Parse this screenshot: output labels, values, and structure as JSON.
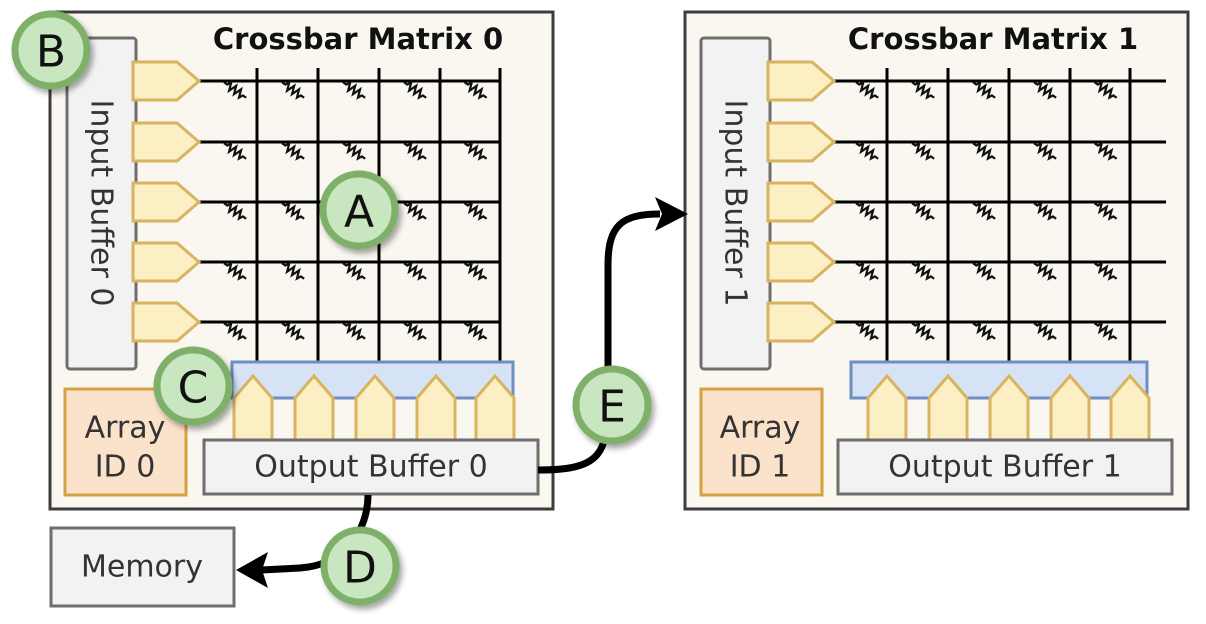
{
  "matrices": [
    {
      "title": "Crossbar Matrix 0",
      "input_buffer": "Input Buffer 0",
      "output_buffer": "Output Buffer 0",
      "array_id": {
        "line1": "Array",
        "line2": "ID 0"
      }
    },
    {
      "title": "Crossbar Matrix 1",
      "input_buffer": "Input Buffer 1",
      "output_buffer": "Output Buffer 1",
      "array_id": {
        "line1": "Array",
        "line2": "ID 1"
      }
    }
  ],
  "memory_label": "Memory",
  "badges": {
    "a": "A",
    "b": "B",
    "c": "C",
    "d": "D",
    "e": "E"
  },
  "colors": {
    "panel_fill": "#f9f7f0",
    "panel_stroke": "#3d3d3d",
    "driver_fill": "#fcefc4",
    "driver_stroke": "#d9b360",
    "sense_bar_fill": "#d6e3f6",
    "sense_bar_stroke": "#6f8ec4",
    "array_id_fill": "#fbe2cb",
    "array_id_stroke": "#d5a240",
    "badge_fill": "#c8e6c0",
    "badge_stroke": "#7fb06a",
    "gray_box_fill": "#f2f2f2",
    "gray_box_stroke": "#6e6e6e"
  }
}
